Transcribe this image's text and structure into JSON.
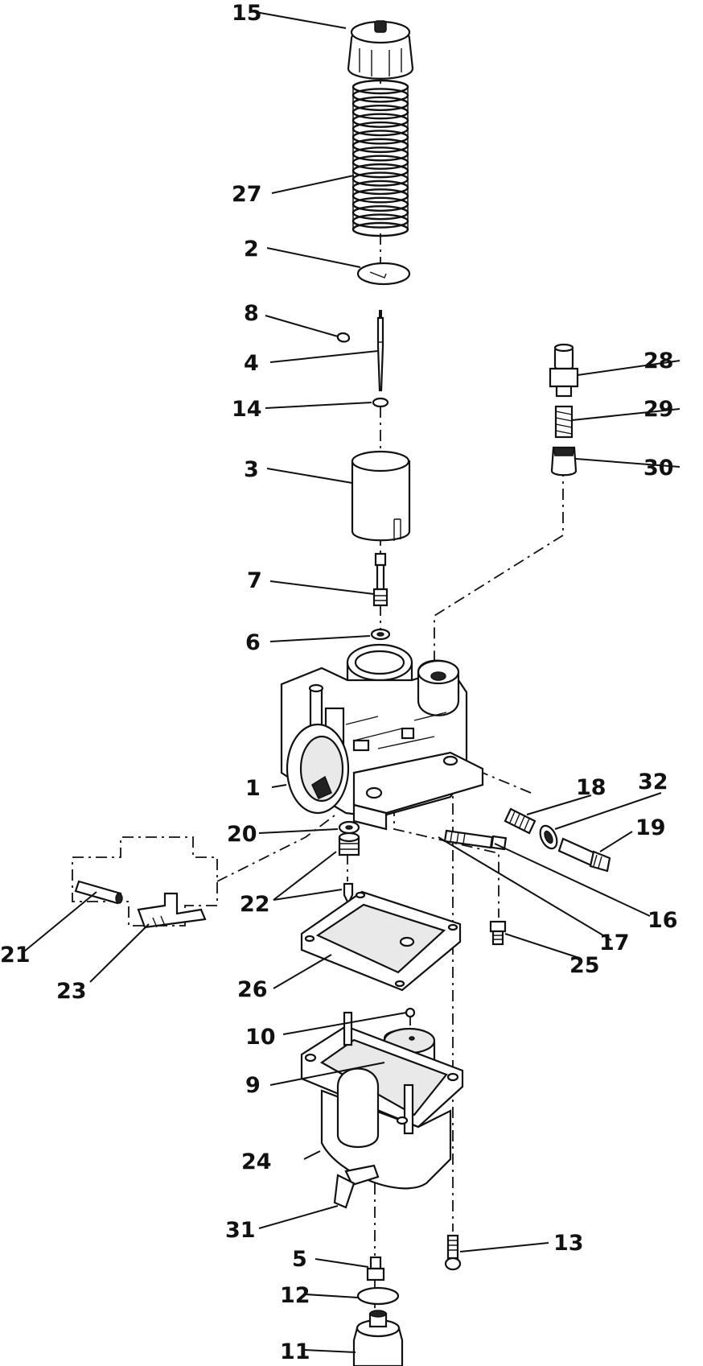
{
  "diagram": {
    "description_labels": [
      {
        "id": "15",
        "text": "15"
      },
      {
        "id": "27",
        "text": "27"
      },
      {
        "id": "2",
        "text": "2"
      },
      {
        "id": "8",
        "text": "8"
      },
      {
        "id": "4",
        "text": "4"
      },
      {
        "id": "14",
        "text": "14"
      },
      {
        "id": "3",
        "text": "3"
      },
      {
        "id": "7",
        "text": "7"
      },
      {
        "id": "6",
        "text": "6"
      },
      {
        "id": "28",
        "text": "28"
      },
      {
        "id": "29",
        "text": "29"
      },
      {
        "id": "30",
        "text": "30"
      },
      {
        "id": "1",
        "text": "1"
      },
      {
        "id": "18",
        "text": "18"
      },
      {
        "id": "32",
        "text": "32"
      },
      {
        "id": "19",
        "text": "19"
      },
      {
        "id": "20",
        "text": "20"
      },
      {
        "id": "22",
        "text": "22"
      },
      {
        "id": "16",
        "text": "16"
      },
      {
        "id": "17",
        "text": "17"
      },
      {
        "id": "21",
        "text": "21"
      },
      {
        "id": "23",
        "text": "23"
      },
      {
        "id": "26",
        "text": "26"
      },
      {
        "id": "25",
        "text": "25"
      },
      {
        "id": "10",
        "text": "10"
      },
      {
        "id": "9",
        "text": "9"
      },
      {
        "id": "24",
        "text": "24"
      },
      {
        "id": "31",
        "text": "31"
      },
      {
        "id": "13",
        "text": "13"
      },
      {
        "id": "5",
        "text": "5"
      },
      {
        "id": "12",
        "text": "12"
      },
      {
        "id": "11",
        "text": "11"
      }
    ]
  },
  "labels": {
    "l15": "15",
    "l27": "27",
    "l2": "2",
    "l8": "8",
    "l4": "4",
    "l14": "14",
    "l3": "3",
    "l7": "7",
    "l6": "6",
    "l28": "28",
    "l29": "29",
    "l30": "30",
    "l1": "1",
    "l18": "18",
    "l32": "32",
    "l19": "19",
    "l20": "20",
    "l22": "22",
    "l16": "16",
    "l17": "17",
    "l21": "21",
    "l23": "23",
    "l26": "26",
    "l25": "25",
    "l10": "10",
    "l9": "9",
    "l24": "24",
    "l31": "31",
    "l13": "13",
    "l5": "5",
    "l12": "12",
    "l11": "11"
  }
}
